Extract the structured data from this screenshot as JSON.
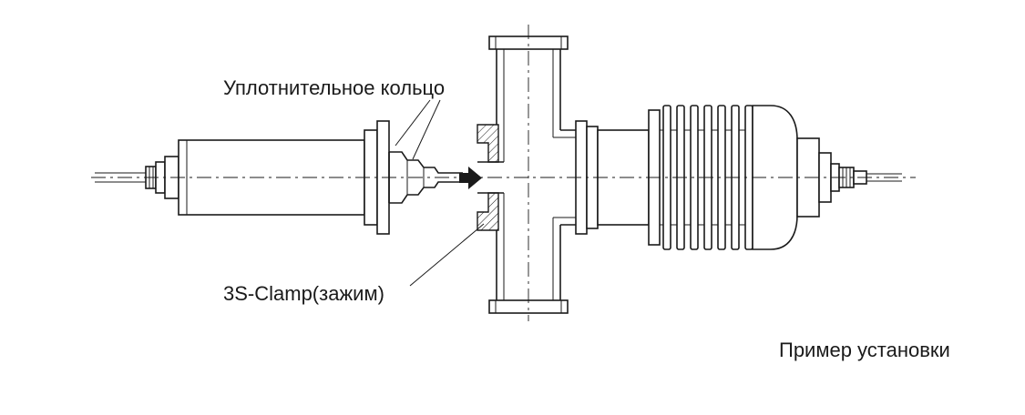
{
  "diagram": {
    "labels": {
      "sealing_ring": "Уплотнительное кольцо",
      "clamp": "3S-Clamp(зажим)",
      "caption": "Пример установки"
    },
    "icons": {
      "insertion_arrow": "right-arrow-solid"
    },
    "colors": {
      "line": "#1a1a1a",
      "background": "#ffffff"
    }
  }
}
